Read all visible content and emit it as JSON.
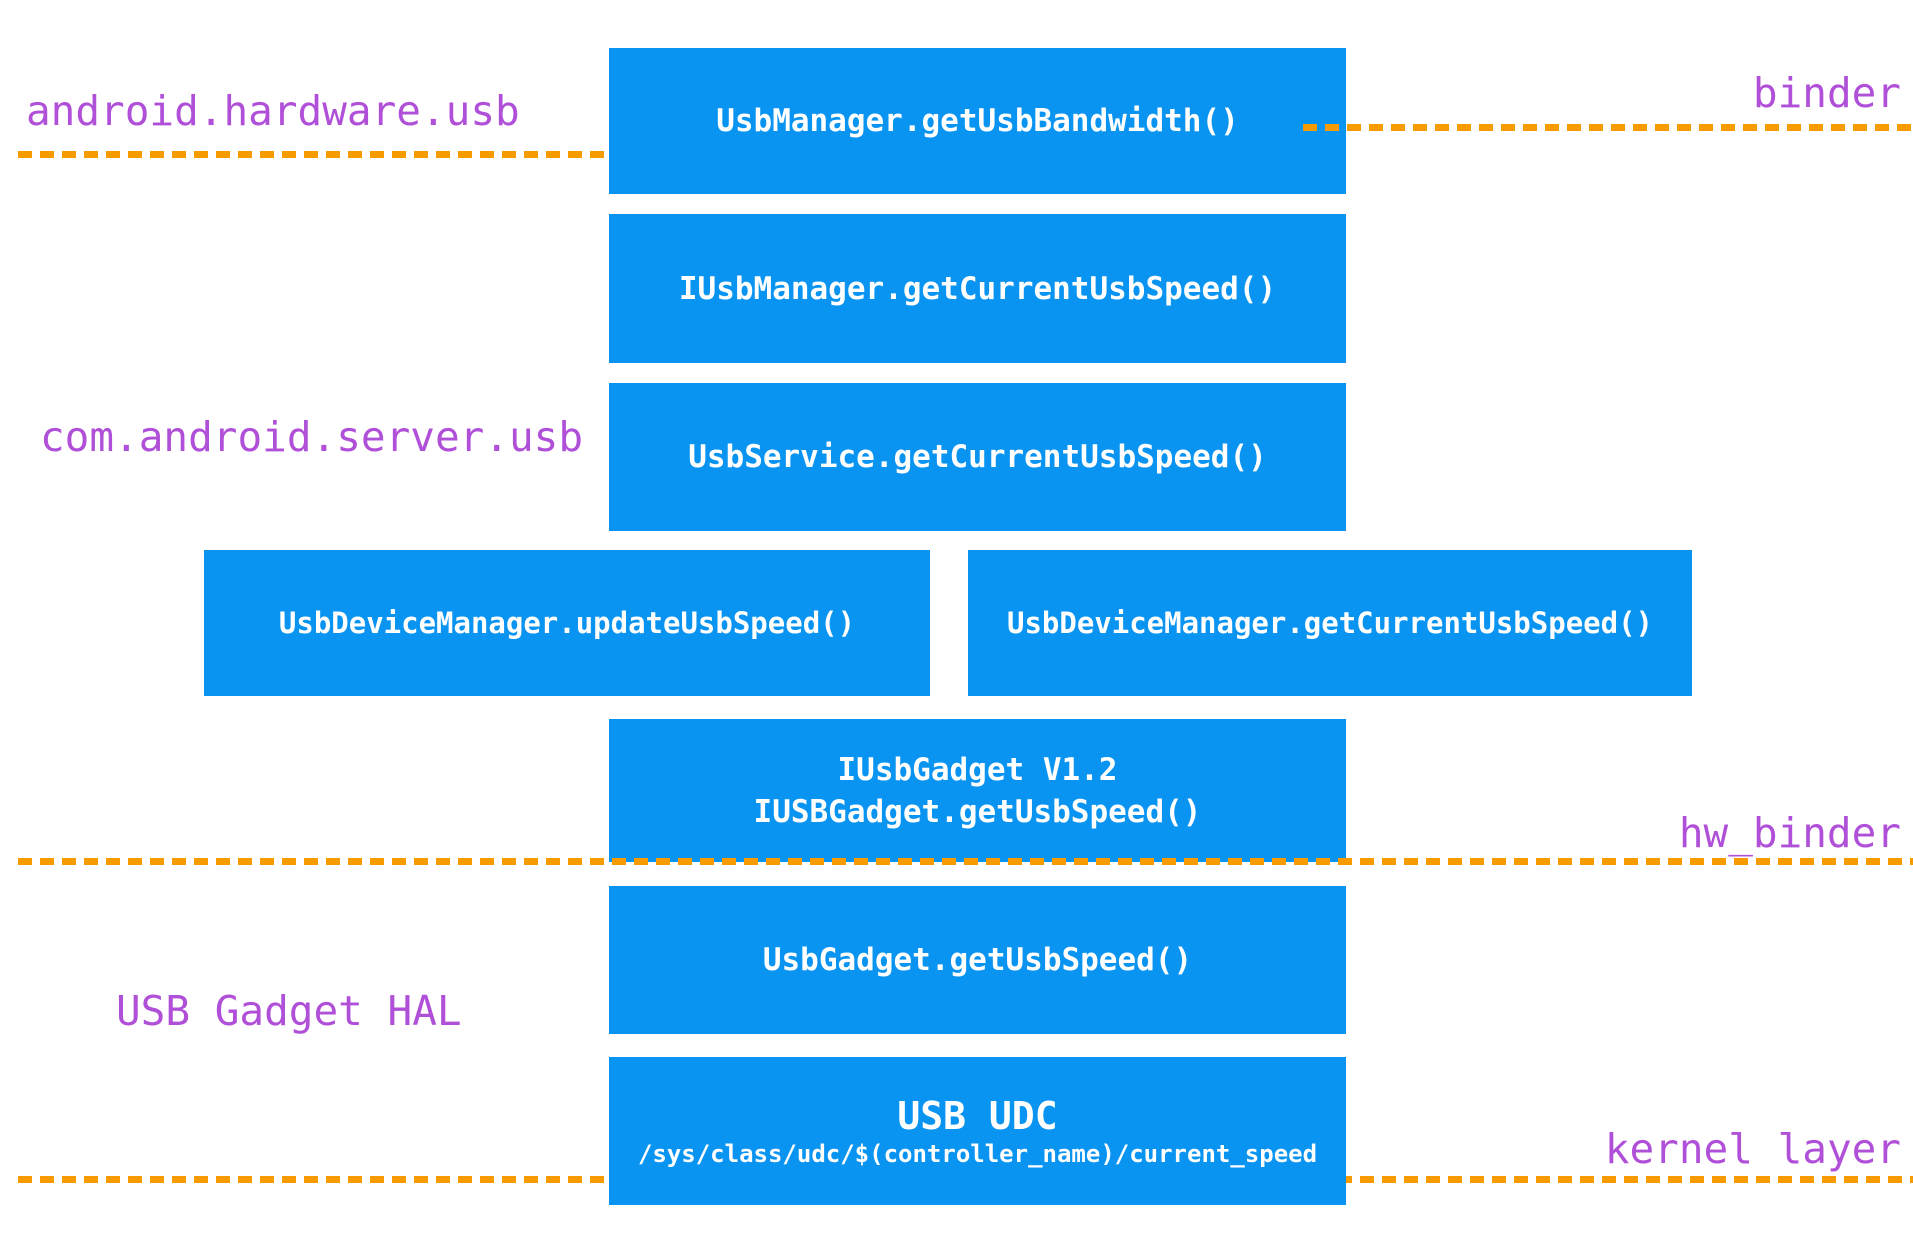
{
  "diagram": {
    "layer_labels": {
      "android_hardware_usb": "android.hardware.usb",
      "binder": "binder",
      "com_android_server_usb": "com.android.server.usb",
      "hw_binder": "hw_binder",
      "usb_gadget_hal": "USB Gadget HAL",
      "kernel_layer": "kernel layer"
    },
    "boxes": {
      "usb_manager": "UsbManager.getUsbBandwidth()",
      "iusb_manager": "IUsbManager.getCurrentUsbSpeed()",
      "usb_service": "UsbService.getCurrentUsbSpeed()",
      "usb_device_manager_update": "UsbDeviceManager.updateUsbSpeed()",
      "usb_device_manager_get": "UsbDeviceManager.getCurrentUsbSpeed()",
      "iusb_gadget_line1": "IUsbGadget V1.2",
      "iusb_gadget_line2": "IUSBGadget.getUsbSpeed()",
      "usb_gadget": "UsbGadget.getUsbSpeed()",
      "usb_udc_title": "USB UDC",
      "usb_udc_path": "/sys/class/udc/$(controller_name)/current_speed"
    },
    "colors": {
      "box_blue": "#0A94F1",
      "dash_orange": "#F89B00",
      "label_purple": "#B04FD8",
      "box_text_white": "#FFFFFF",
      "background": "#FFFFFF"
    }
  }
}
